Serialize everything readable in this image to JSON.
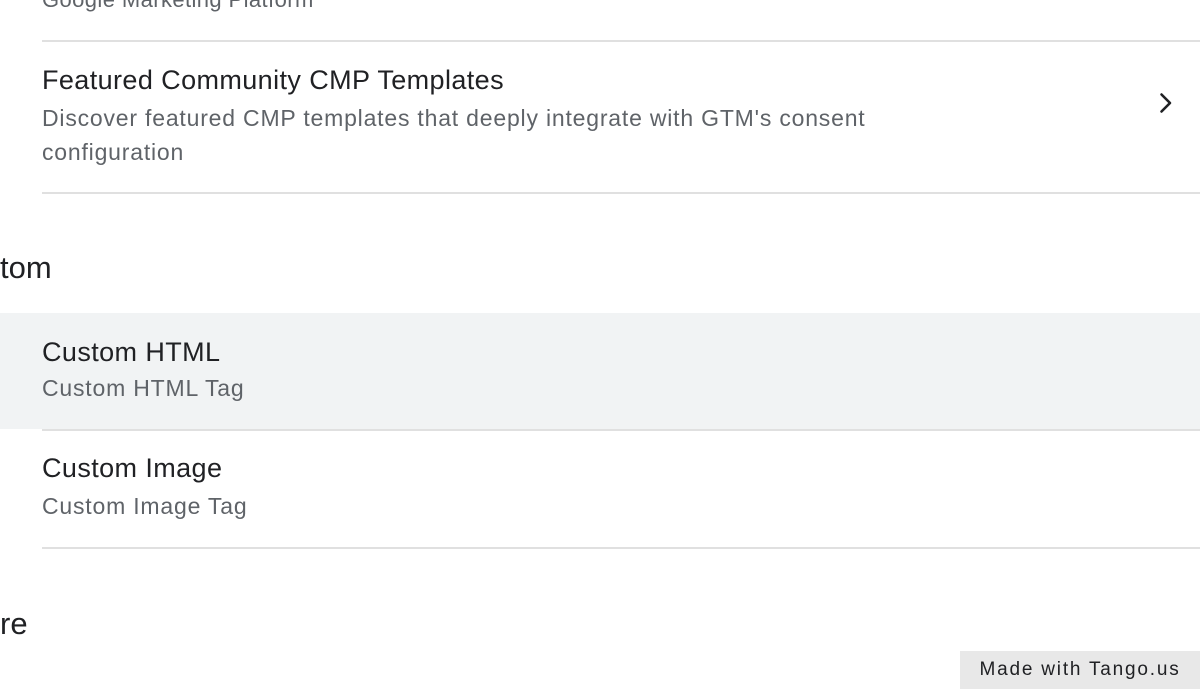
{
  "list": {
    "partial_top_text": "Google Marketing Platform",
    "featured": {
      "title": "Featured Community CMP Templates",
      "description": "Discover featured CMP templates that deeply integrate with GTM's consent configuration",
      "icon": "chevron-right-icon"
    },
    "custom_section": {
      "heading": "tom",
      "items": [
        {
          "title": "Custom HTML",
          "description": "Custom HTML Tag"
        },
        {
          "title": "Custom Image",
          "description": "Custom Image Tag"
        }
      ]
    },
    "next_section_heading": "re"
  },
  "watermark": {
    "text": "Made with Tango.us"
  },
  "colors": {
    "highlight_background": "#f1f3f4",
    "divider": "#e0e0e0",
    "title_text": "#202124",
    "secondary_text": "#5f6368"
  }
}
